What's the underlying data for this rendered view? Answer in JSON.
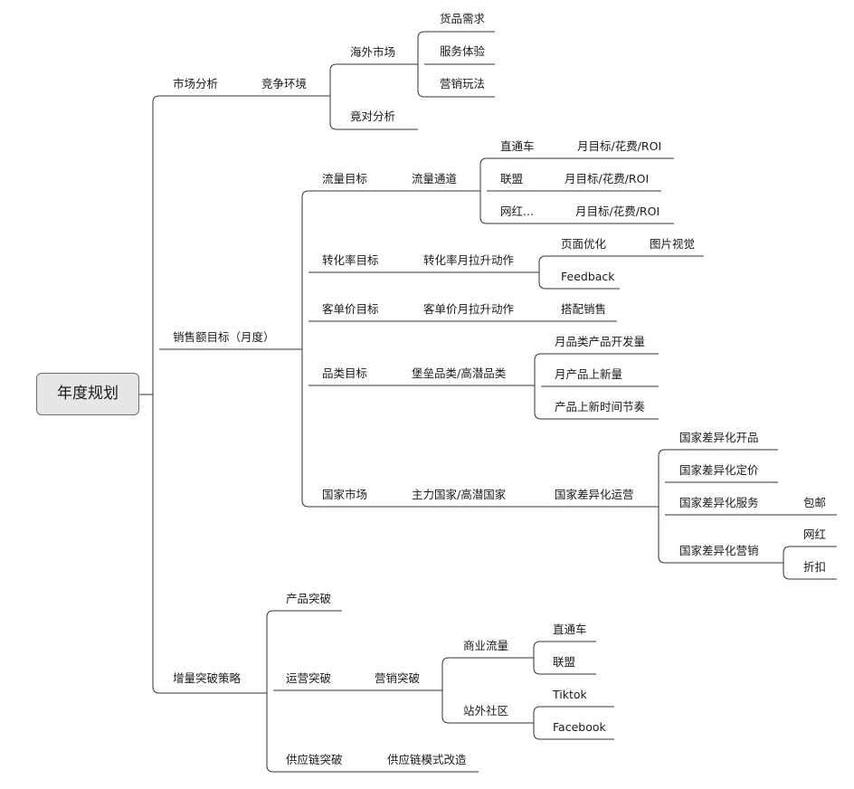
{
  "root": "年度规划",
  "branches": {
    "market": "市场分析",
    "competition": "竞争环境",
    "overseas": "海外市场",
    "goods_demand": "货品需求",
    "service_exp": "服务体验",
    "marketing_play": "营销玩法",
    "rival_analysis": "竟对分析",
    "sales_target": "销售额目标（月度）",
    "traffic_target": "流量目标",
    "traffic_channel": "流量通道",
    "ztc": "直通车",
    "ztc_goal": "月目标/花费/ROI",
    "alliance": "联盟",
    "alliance_goal": "月目标/花费/ROI",
    "influencer": "网红...",
    "influencer_goal": "月目标/花费/ROI",
    "conversion_target": "转化率目标",
    "conversion_action": "转化率月拉升动作",
    "page_opt": "页面优化",
    "image_visual": "图片视觉",
    "feedback": "Feedback",
    "aov_target": "客单价目标",
    "aov_action": "客单价月拉升动作",
    "bundle": "搭配销售",
    "category_target": "品类目标",
    "category_types": "堡垒品类/高潜品类",
    "monthly_dev": "月品类产品开发量",
    "monthly_new": "月产品上新量",
    "launch_rhythm": "产品上新时间节奏",
    "country_market": "国家市场",
    "main_countries": "主力国家/高潜国家",
    "diff_ops": "国家差异化运营",
    "diff_product": "国家差异化开品",
    "diff_pricing": "国家差异化定价",
    "diff_service": "国家差异化服务",
    "free_shipping": "包邮",
    "diff_marketing": "国家差异化营销",
    "influencer2": "网红",
    "discount": "折扣",
    "growth_strategy": "增量突破策略",
    "product_break": "产品突破",
    "ops_break": "运营突破",
    "marketing_break": "营销突破",
    "commercial_traffic": "商业流量",
    "ztc2": "直通车",
    "alliance2": "联盟",
    "offsite": "站外社区",
    "tiktok": "Tiktok",
    "facebook": "Facebook",
    "supply_break": "供应链突破",
    "supply_model": "供应链模式改造"
  }
}
